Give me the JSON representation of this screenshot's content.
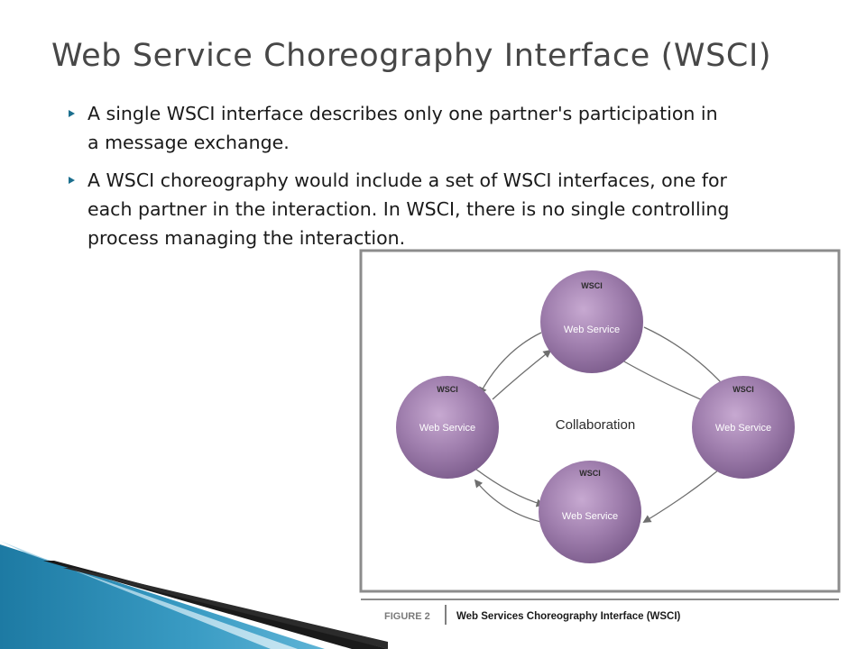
{
  "slide": {
    "title": "Web Service Choreography Interface (WSCI)",
    "bullets": [
      "A single WSCI interface describes only one partner's participation in a message exchange.",
      "A WSCI choreography would include a set of WSCI interfaces, one for each partner in the interaction. In WSCI, there is no single controlling process managing the interaction."
    ]
  },
  "figure": {
    "center_label": "Collaboration",
    "nodes": [
      {
        "tag": "WSCI",
        "label": "Web Service"
      },
      {
        "tag": "WSCI",
        "label": "Web Service"
      },
      {
        "tag": "WSCI",
        "label": "Web Service"
      },
      {
        "tag": "WSCI",
        "label": "Web Service"
      }
    ],
    "caption_number": "FIGURE 2",
    "caption_text": "Web Services Choreography Interface (WSCI)",
    "node_color": "#9a78a6",
    "border_color": "#8c8c8c"
  },
  "theme": {
    "accent": "#1c6f8e",
    "stripe_blue": "#2f8fb6",
    "stripe_dark": "#1a1a1a"
  }
}
